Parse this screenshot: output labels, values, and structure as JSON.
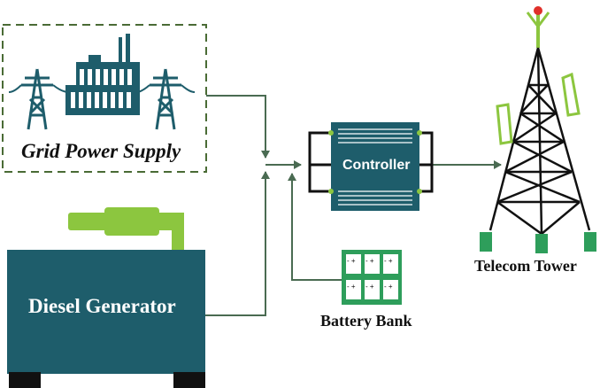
{
  "labels": {
    "grid": "Grid Power Supply",
    "generator": "Diesel Generator",
    "controller": "Controller",
    "battery": "Battery Bank",
    "tower": "Telecom Tower"
  },
  "battery_cells": [
    "- +",
    "- +",
    "- +",
    "- +",
    "- +",
    "- +"
  ],
  "colors": {
    "teal": "#1e5d6b",
    "green": "#8cc63f",
    "line": "#4a6b52",
    "dashed_border": "#4a6b35",
    "battery_green": "#2e9e5b",
    "tower_black": "#111111",
    "beacon_red": "#e0302a"
  }
}
